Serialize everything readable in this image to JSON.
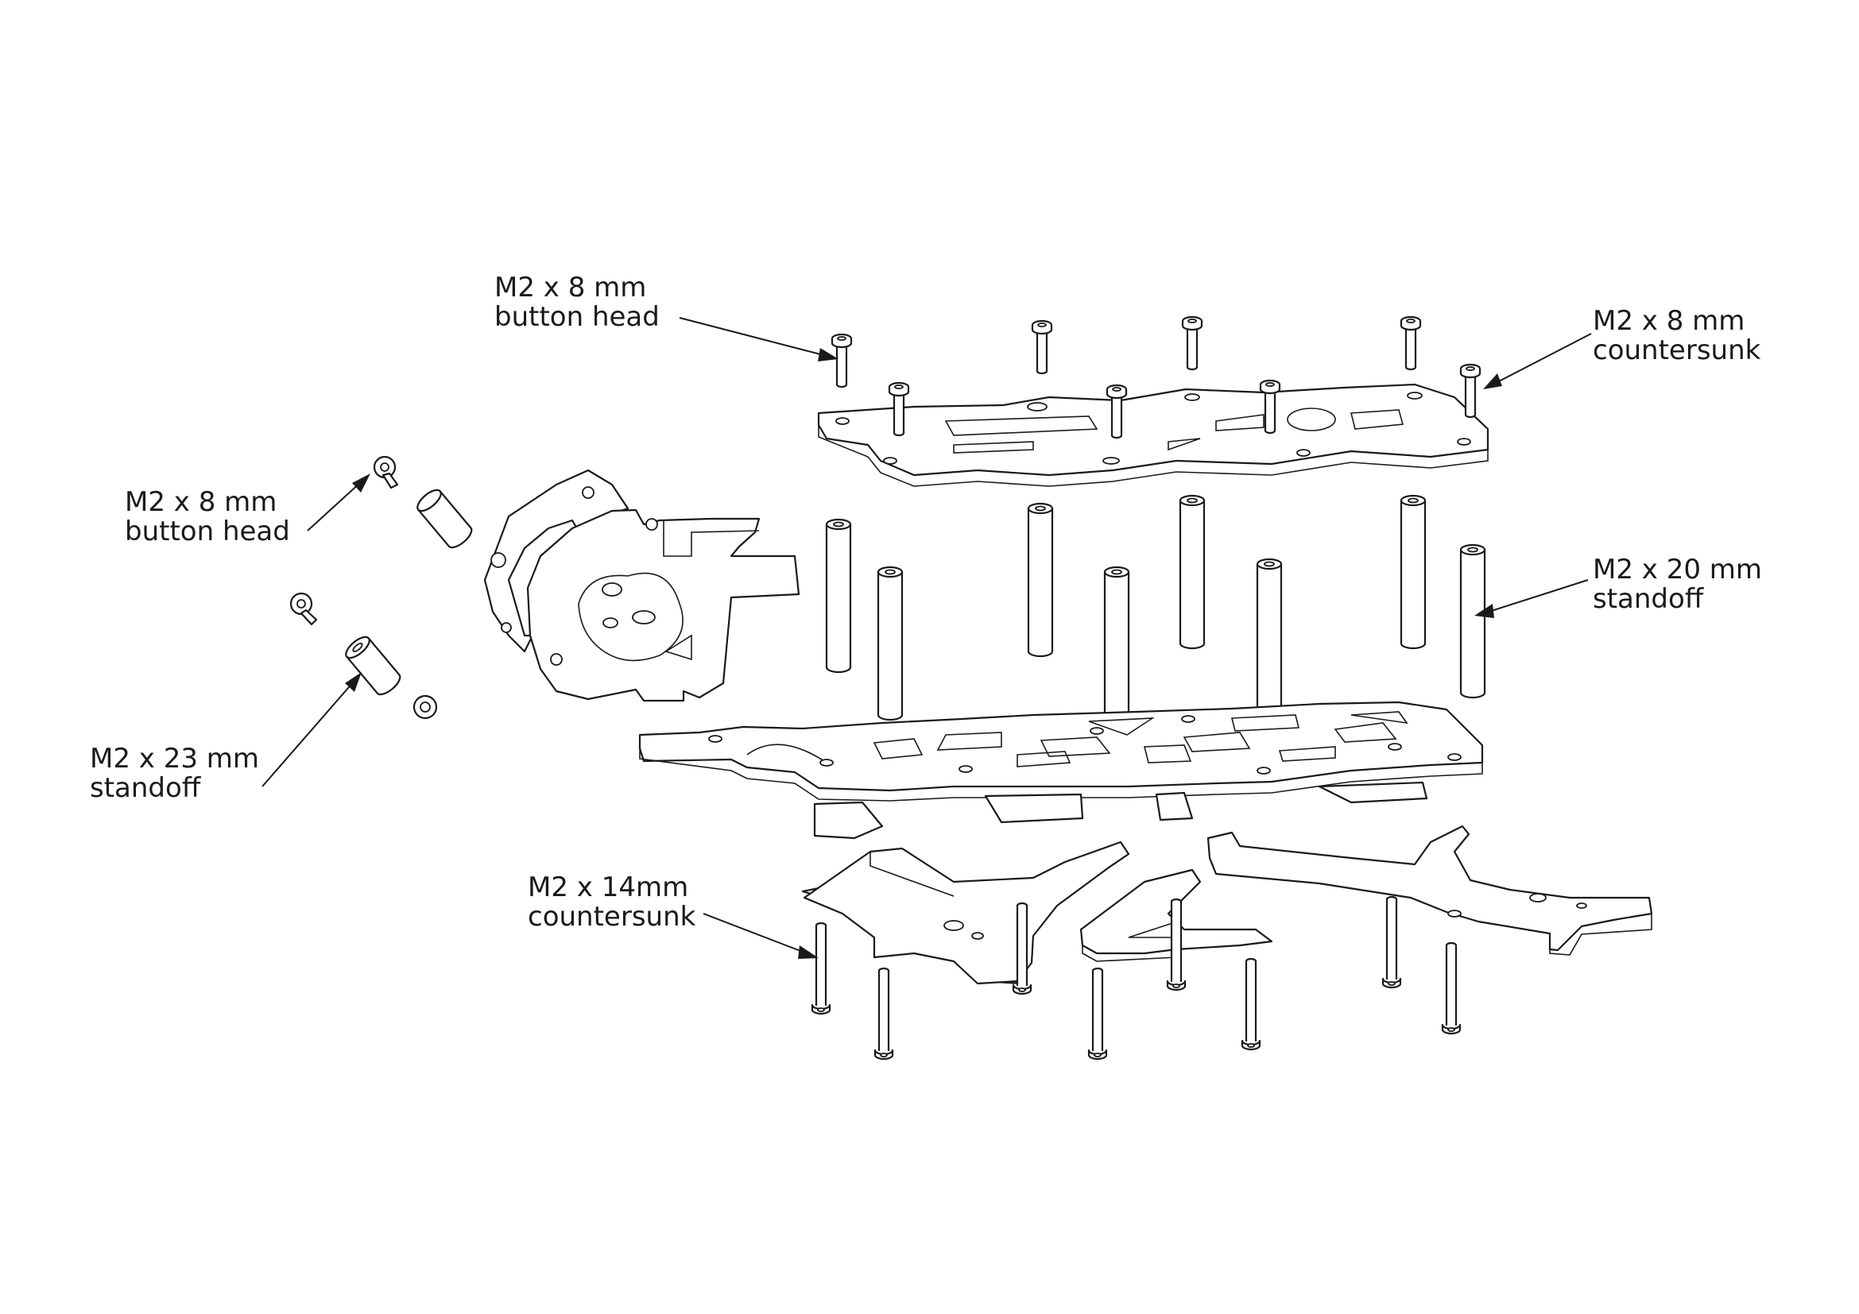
{
  "callouts": [
    {
      "id": "top-screws-button",
      "line1": "M2 x 8 mm",
      "line2": "button head"
    },
    {
      "id": "top-screws-countersunk",
      "line1": "M2 x 8 mm",
      "line2": "countersunk"
    },
    {
      "id": "side-screws-button",
      "line1": "M2 x 8 mm",
      "line2": "button head"
    },
    {
      "id": "main-standoffs",
      "line1": "M2 x 20 mm",
      "line2": "standoff"
    },
    {
      "id": "side-standoffs",
      "line1": "M2 x 23 mm",
      "line2": "standoff"
    },
    {
      "id": "bottom-screws",
      "line1": "M2 x 14mm",
      "line2": "countersunk"
    }
  ],
  "colors": {
    "line": "#1a1a1a",
    "background": "#ffffff"
  }
}
